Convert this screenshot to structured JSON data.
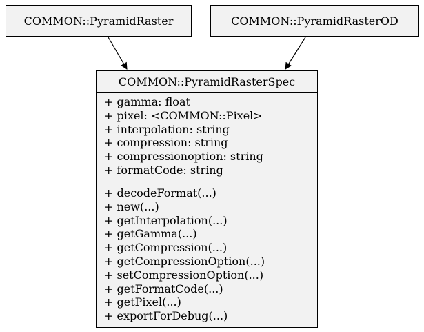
{
  "diagram": {
    "parents": [
      {
        "id": "parent-left",
        "name": "COMMON::PyramidRaster"
      },
      {
        "id": "parent-right",
        "name": "COMMON::PyramidRasterOD"
      }
    ],
    "class": {
      "name": "COMMON::PyramidRasterSpec",
      "attributes": [
        "+ gamma: float",
        "+ pixel: <COMMON::Pixel>",
        "+ interpolation: string",
        "+ compression: string",
        "+ compressionoption: string",
        "+ formatCode: string"
      ],
      "methods": [
        "+ decodeFormat(...)",
        "+ new(...)",
        "+ getInterpolation(...)",
        "+ getGamma(...)",
        "+ getCompression(...)",
        "+ getCompressionOption(...)",
        "+ setCompressionOption(...)",
        "+ getFormatCode(...)",
        "+ getPixel(...)",
        "+ exportForDebug(...)"
      ]
    },
    "colors": {
      "box_fill": "#f2f2f2",
      "stroke": "#000000"
    }
  }
}
